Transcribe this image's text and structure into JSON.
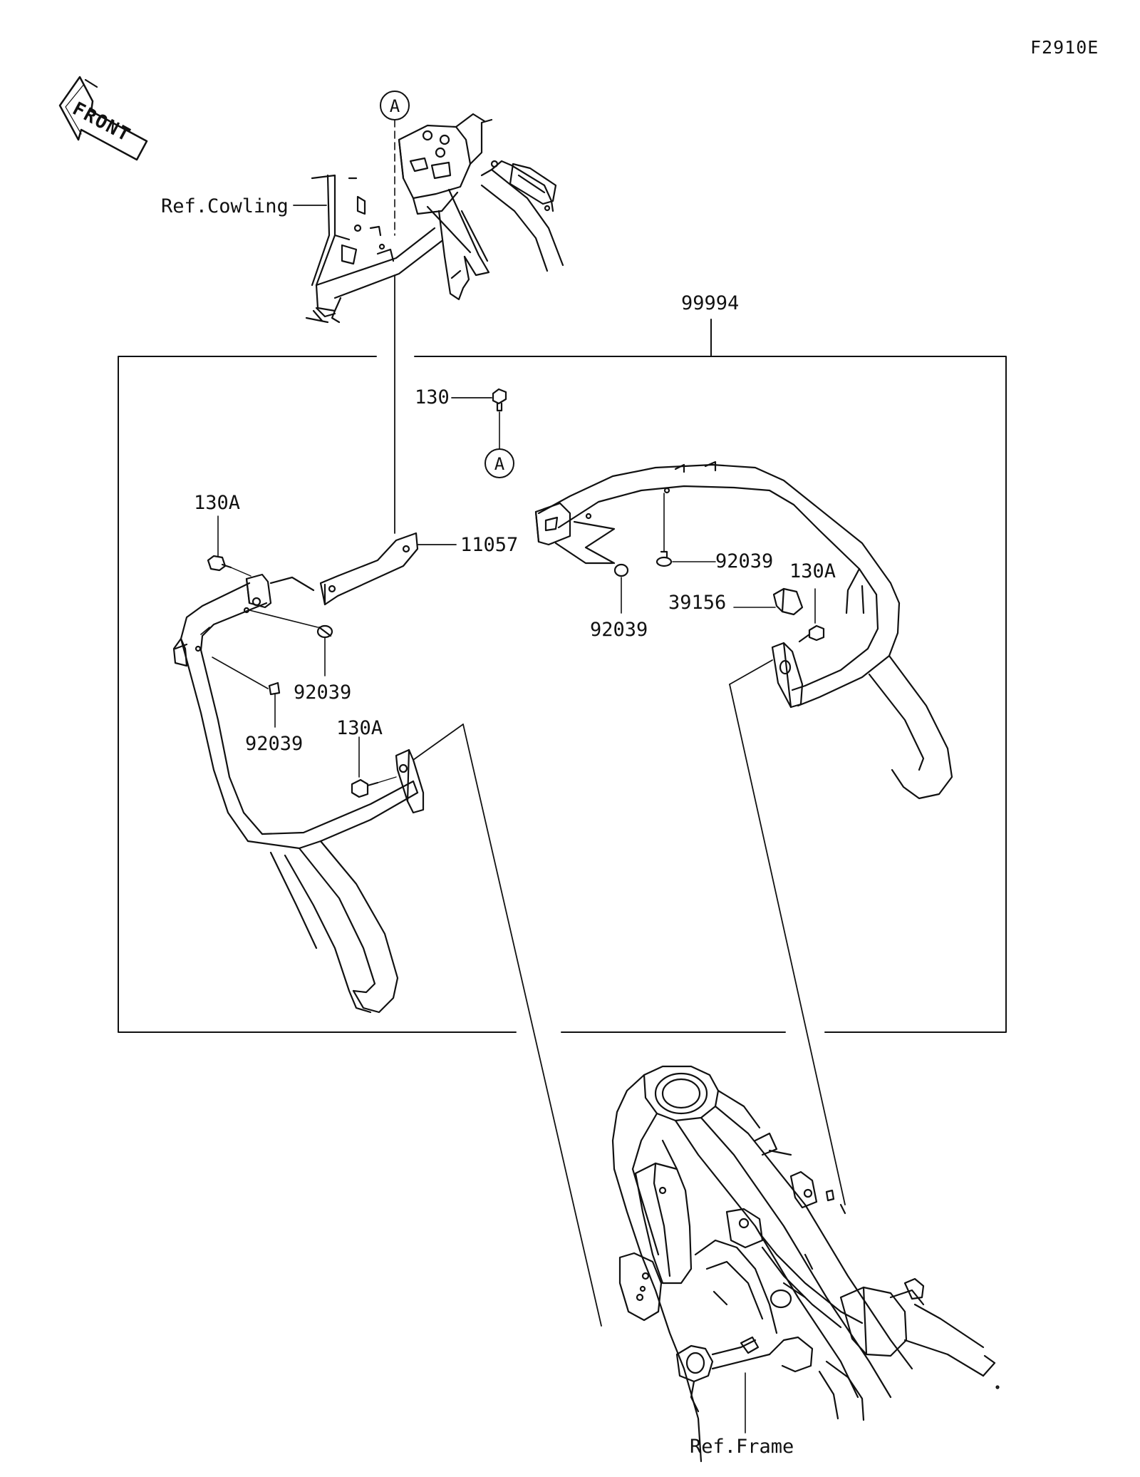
{
  "diagram_code": "F2910E",
  "front_arrow_label": "FRONT",
  "reference_marker": "A",
  "labels": {
    "ref_cowling": "Ref.Cowling",
    "assembly": "99994",
    "bolt_130": "130",
    "bolt_130a_left": "130A",
    "bolt_130a_mid": "130A",
    "bolt_130a_right": "130A",
    "bracket": "11057",
    "rivet_1": "92039",
    "rivet_2": "92039",
    "rivet_3": "92039",
    "rivet_4": "92039",
    "clamp": "39156",
    "ref_frame": "Ref.Frame"
  }
}
